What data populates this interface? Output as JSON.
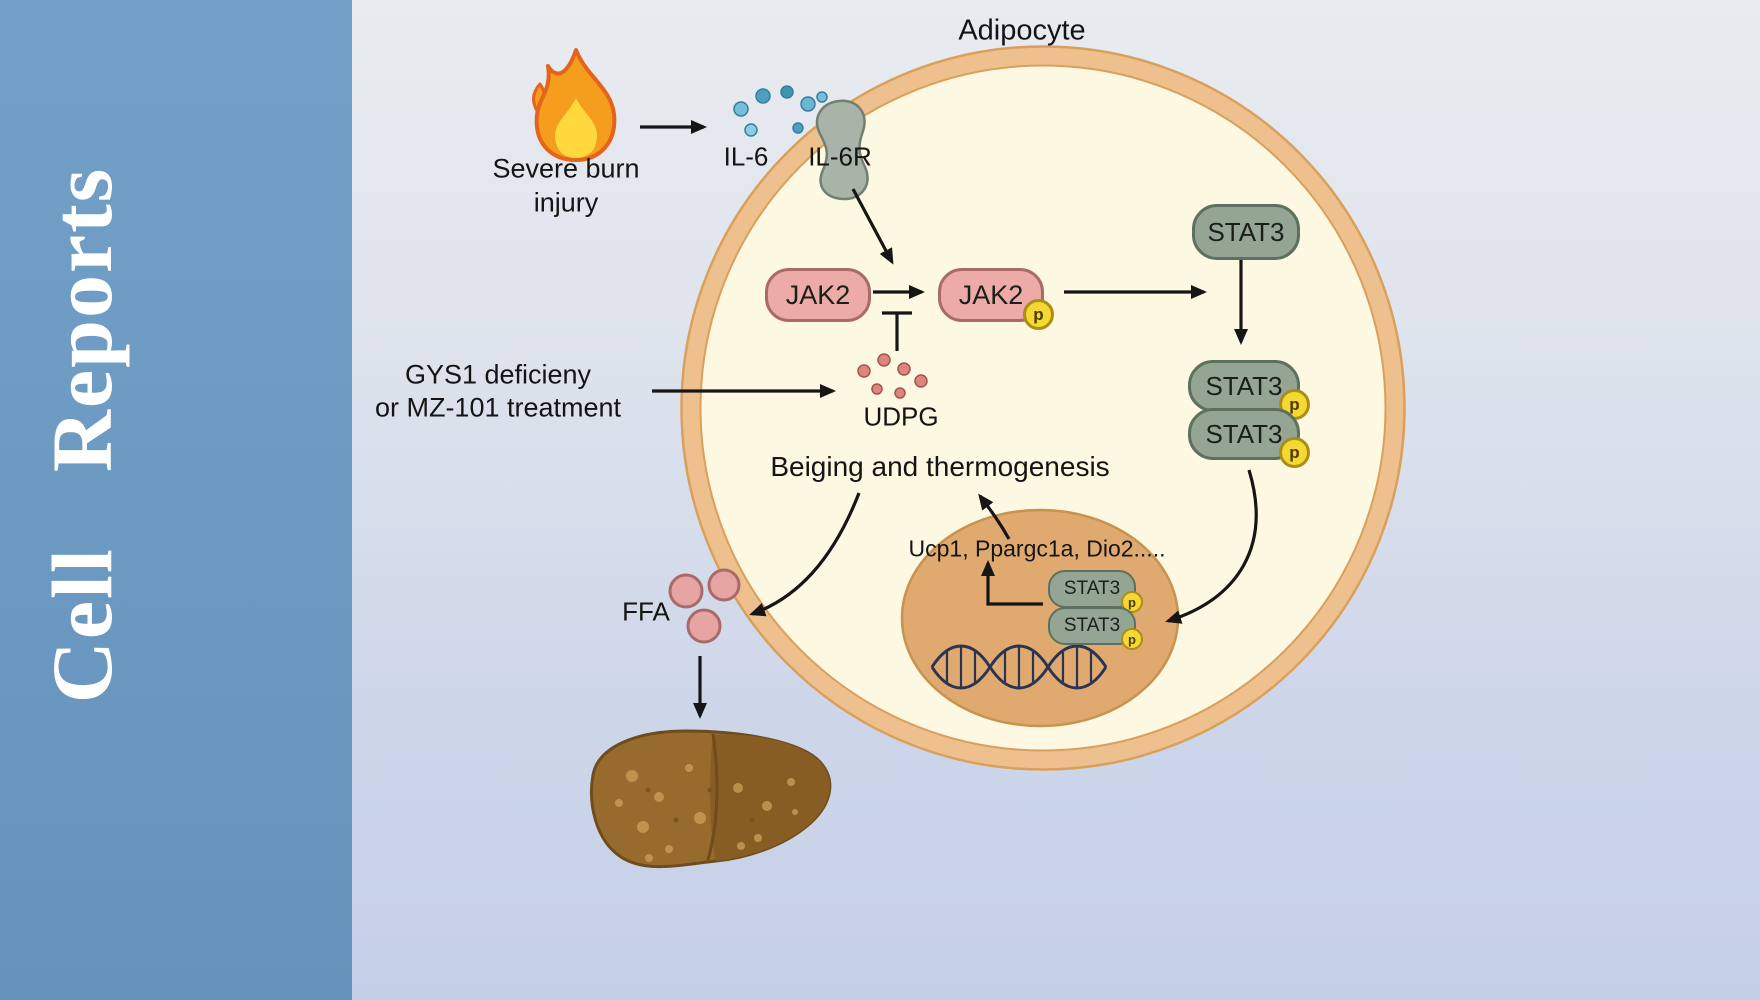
{
  "journal": {
    "name": "Cell  Reports"
  },
  "cell": {
    "title": "Adipocyte"
  },
  "stimulus": {
    "line1": "Severe burn",
    "line2": "injury"
  },
  "signaling": {
    "il6": "IL-6",
    "il6r": "IL-6R",
    "jak2": "JAK2",
    "stat3": "STAT3",
    "phospho": "p",
    "udpg": "UDPG",
    "ffa": "FFA"
  },
  "intervention": {
    "line1": "GYS1 deficieny",
    "line2": "or MZ-101 treatment"
  },
  "outcome": {
    "beiging": "Beiging and thermogenesis"
  },
  "genes": {
    "list": "Ucp1, Ppargc1a, Dio2....."
  },
  "colors": {
    "band_blue": "#6c9ac2",
    "cell_fill": "#fdf8e2",
    "membrane": "#eec08d",
    "membrane_line": "#d9a05c",
    "nucleus": "#dfa96f",
    "jak2_fill": "#edaba7",
    "stat3_fill": "#95a594",
    "phospho_fill": "#f6d832",
    "il6_dot_blue": "#4f9fc2",
    "udpg_dot_red": "#db8780",
    "ffa_dot_pink": "#e6a5a3",
    "liver_brown": "#976a2d",
    "arrow": "#161616"
  }
}
